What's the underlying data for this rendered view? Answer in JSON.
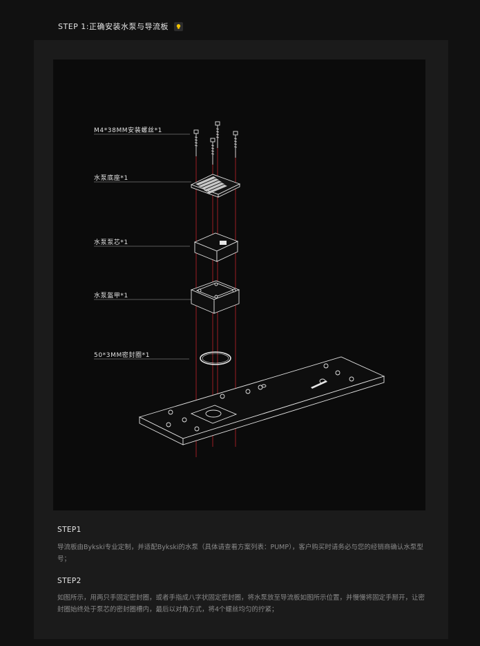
{
  "header": {
    "title": "STEP 1:正确安装水泵与导流板",
    "icon": "lightbulb-icon"
  },
  "diagram": {
    "labels": [
      "M4*38MM安装螺丝*1",
      "水泵底座*1",
      "水泵泵芯*1",
      "水泵盔甲*1",
      "50*3MM密封圈*1"
    ]
  },
  "steps": [
    {
      "title": "STEP1",
      "text": "导流板由Bykski专业定制，并适配Bykski的水泵（具体请查看方案列表：PUMP），客户购买时请务必与您的经销商确认水泵型号；"
    },
    {
      "title": "STEP2",
      "text": "如图所示，用两只手固定密封圈，或者手指成八字状固定密封圈，将水泵放至导流板如图所示位置，并慢慢将固定手掰开，让密封圈始终处于泵芯的密封圈槽内，最后以对角方式，将4个螺丝均匀的拧紧；"
    }
  ],
  "colors": {
    "background": "#111111",
    "panel": "#1b1b1b",
    "diagram_bg": "#0b0b0b",
    "guide_line": "#c0242a",
    "line_art": "#e6e6e6"
  }
}
